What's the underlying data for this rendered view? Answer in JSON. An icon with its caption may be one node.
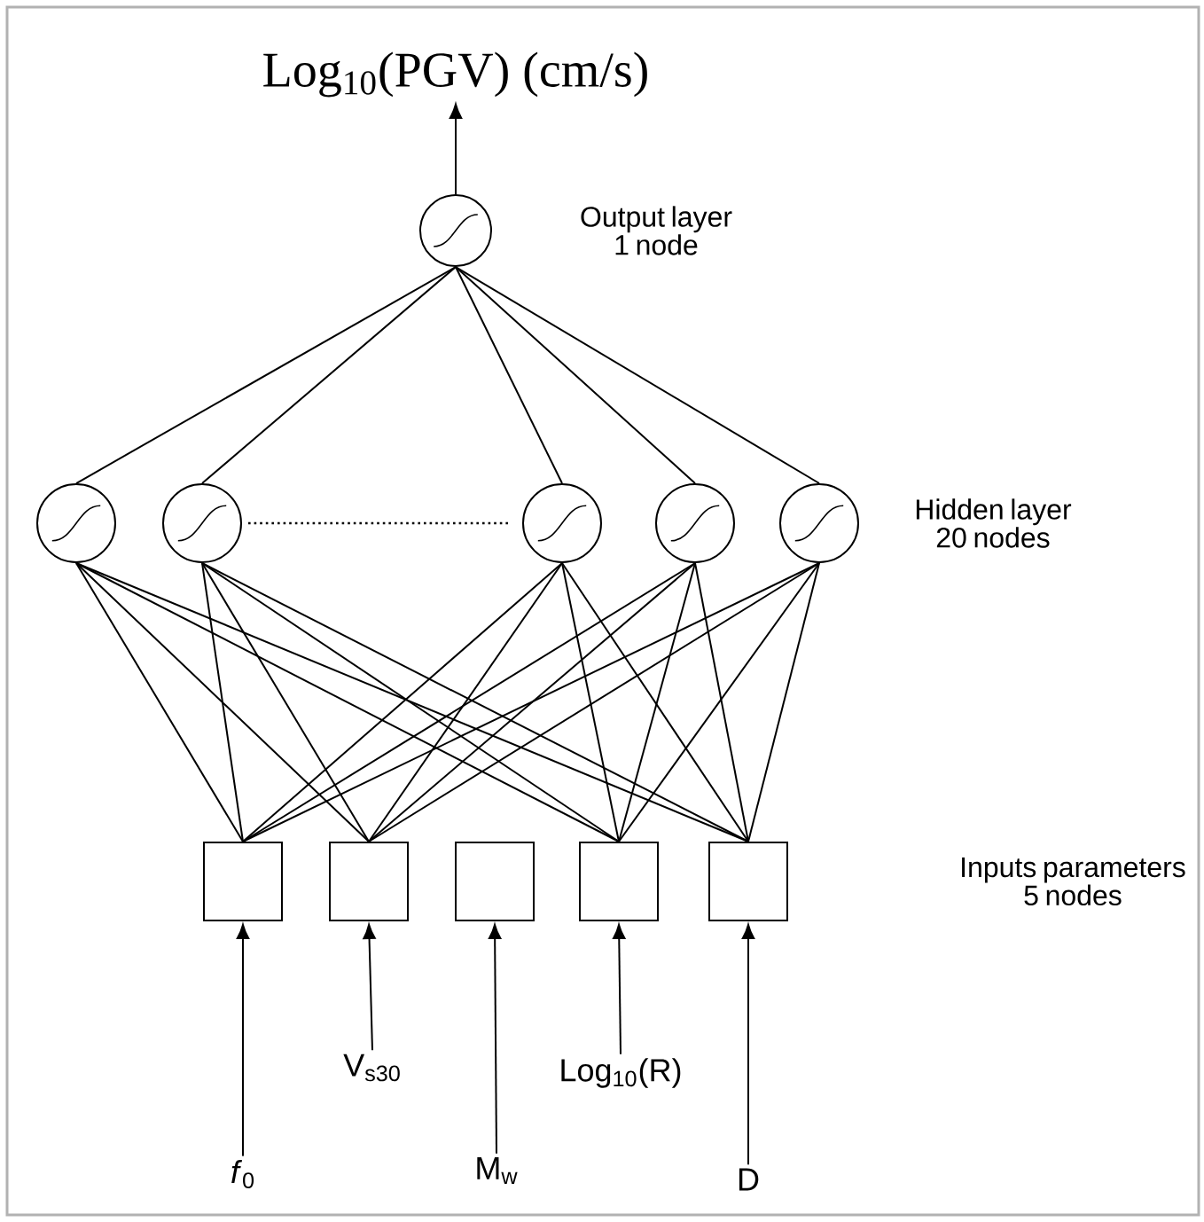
{
  "diagram": {
    "nodes": [
      {
        "text": [
          "Log$_{10}$(PGV) (cm/s)"
        ]
      },
      {
        "text": [],
        "shape": "circle"
      },
      {
        "text": [],
        "shape": "circle"
      },
      {
        "text": [],
        "shape": "circle"
      },
      {
        "text": [],
        "shape": "circle"
      },
      {
        "text": [],
        "shape": "circle"
      },
      {
        "text": [],
        "shape": "circle"
      },
      {
        "text": [],
        "shape": "box"
      },
      {
        "text": [],
        "shape": "box"
      },
      {
        "text": [],
        "shape": "box"
      },
      {
        "text": [],
        "shape": "box"
      },
      {
        "text": [],
        "shape": "box"
      },
      {
        "text": [
          "*f*$_{0}$"
        ]
      },
      {
        "text": [
          "V$_{s30}$"
        ]
      },
      {
        "text": [
          "M$_{w}$"
        ]
      },
      {
        "text": [
          "Log$_{10}$(R)"
        ]
      },
      {
        "text": [
          "D"
        ]
      }
    ],
    "edges": [
      {
        "from": 1,
        "to": 0,
        "arrow": "to"
      },
      {
        "from": 1,
        "to": 2,
        "arrow": "none"
      },
      {
        "from": 1,
        "to": 3,
        "arrow": "none"
      },
      {
        "from": 1,
        "to": 4,
        "arrow": "none"
      },
      {
        "from": 1,
        "to": 5,
        "arrow": "none"
      },
      {
        "from": 1,
        "to": 6,
        "arrow": "none"
      },
      {
        "from": 2,
        "to": 7,
        "arrow": "none"
      },
      {
        "from": 2,
        "to": 8,
        "arrow": "none"
      },
      {
        "from": 2,
        "to": 10,
        "arrow": "none"
      },
      {
        "from": 2,
        "to": 11,
        "arrow": "none"
      },
      {
        "from": 3,
        "to": 7,
        "arrow": "none"
      },
      {
        "from": 3,
        "to": 8,
        "arrow": "none"
      },
      {
        "from": 3,
        "to": 10,
        "arrow": "none"
      },
      {
        "from": 3,
        "to": 11,
        "arrow": "none"
      },
      {
        "from": 4,
        "to": 7,
        "arrow": "none"
      },
      {
        "from": 4,
        "to": 8,
        "arrow": "none"
      },
      {
        "from": 4,
        "to": 10,
        "arrow": "none"
      },
      {
        "from": 4,
        "to": 11,
        "arrow": "none"
      },
      {
        "from": 5,
        "to": 7,
        "arrow": "none"
      },
      {
        "from": 5,
        "to": 8,
        "arrow": "none"
      },
      {
        "from": 5,
        "to": 10,
        "arrow": "none"
      },
      {
        "from": 5,
        "to": 11,
        "arrow": "none"
      },
      {
        "from": 6,
        "to": 7,
        "arrow": "none"
      },
      {
        "from": 6,
        "to": 8,
        "arrow": "none"
      },
      {
        "from": 6,
        "to": 10,
        "arrow": "none"
      },
      {
        "from": 6,
        "to": 11,
        "arrow": "none"
      },
      {
        "from": 12,
        "to": 7,
        "arrow": "to"
      },
      {
        "from": 13,
        "to": 8,
        "arrow": "to"
      },
      {
        "from": 14,
        "to": 9,
        "arrow": "to"
      },
      {
        "from": 15,
        "to": 10,
        "arrow": "to"
      },
      {
        "from": 16,
        "to": 11,
        "arrow": "to"
      }
    ],
    "labels": [
      "Output layer 1 node",
      "Hidden layer 20 nodes",
      "Inputs parameters 5 nodes"
    ]
  }
}
